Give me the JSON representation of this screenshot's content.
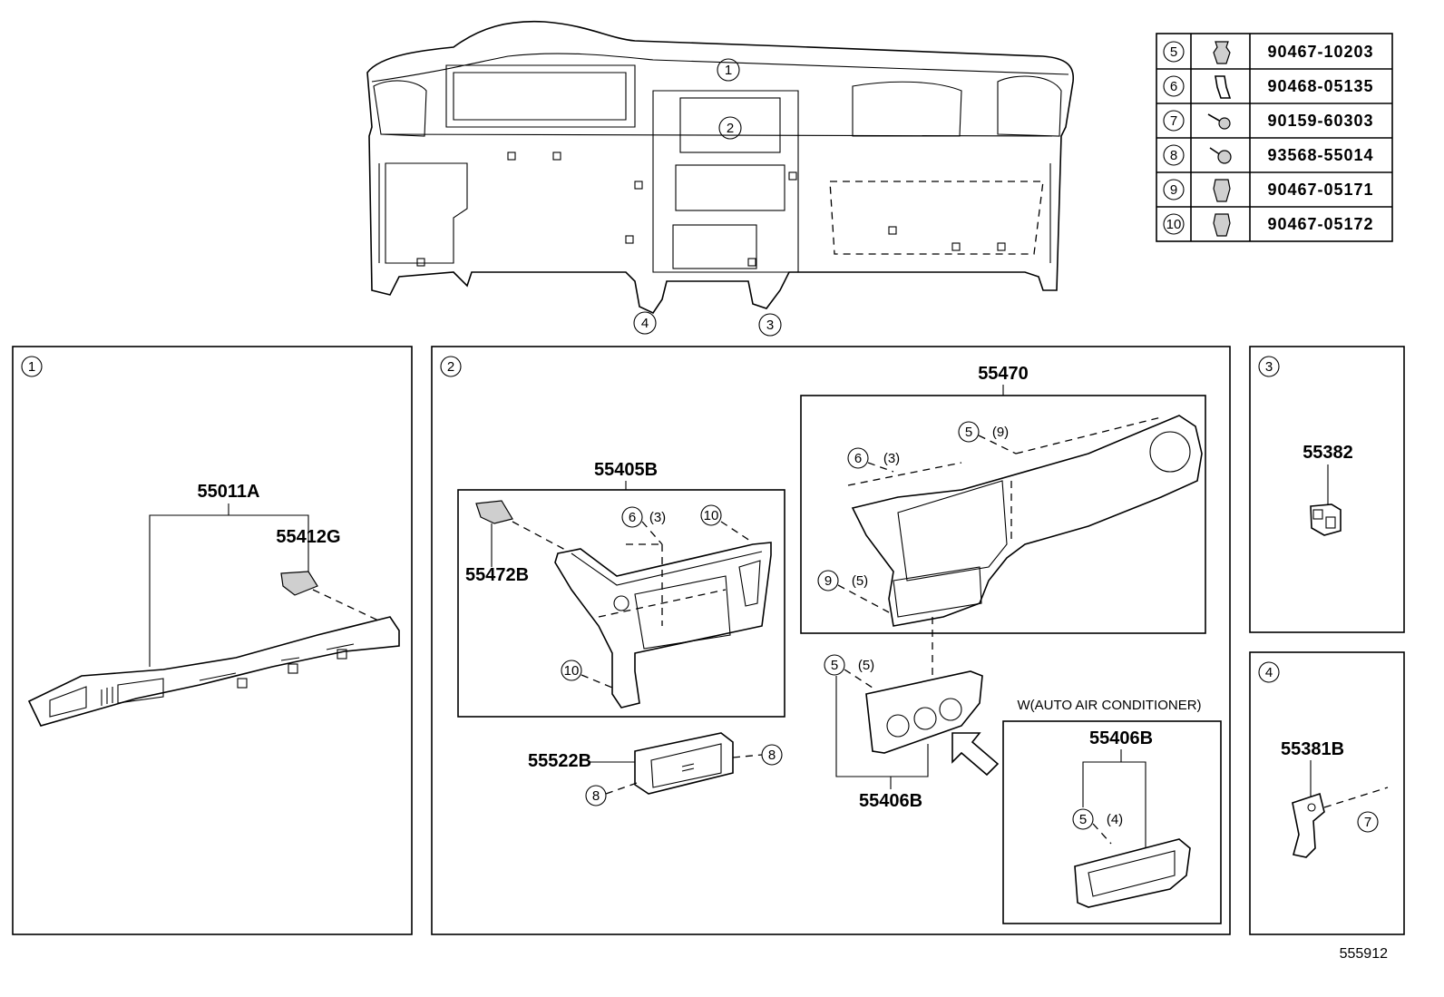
{
  "main_callouts": [
    "1",
    "2",
    "3",
    "4"
  ],
  "fastener_table": [
    {
      "ref": "5",
      "part_number": "90467-10203",
      "icon": "push-clip-icon"
    },
    {
      "ref": "6",
      "part_number": "90468-05135",
      "icon": "clip-icon"
    },
    {
      "ref": "7",
      "part_number": "90159-60303",
      "icon": "screw-icon"
    },
    {
      "ref": "8",
      "part_number": "93568-55014",
      "icon": "bolt-icon"
    },
    {
      "ref": "9",
      "part_number": "90467-05171",
      "icon": "retainer-clip-icon"
    },
    {
      "ref": "10",
      "part_number": "90467-05172",
      "icon": "retainer-clip-icon"
    }
  ],
  "panel1": {
    "id": "1",
    "labels": {
      "p55011A": "55011A",
      "p55412G": "55412G"
    }
  },
  "panel2": {
    "id": "2",
    "labels": {
      "p55405B": "55405B",
      "p55472B": "55472B",
      "p55470": "55470",
      "p55522B": "55522B",
      "p55406B": "55406B",
      "p55406B_b": "55406B"
    },
    "callouts": {
      "c6a": "6",
      "q6a": "(3)",
      "c10a": "10",
      "c10b": "10",
      "c6b": "6",
      "q6b": "(3)",
      "c5a": "5",
      "q5a": "(9)",
      "c9": "9",
      "q9": "(5)",
      "c5b": "5",
      "q5b": "(5)",
      "c8a": "8",
      "c8b": "8",
      "c5c": "5",
      "q5c": "(4)"
    },
    "note": "W(AUTO AIR CONDITIONER)"
  },
  "panel3": {
    "id": "3",
    "labels": {
      "p55382": "55382"
    }
  },
  "panel4": {
    "id": "4",
    "labels": {
      "p55381B": "55381B"
    },
    "callouts": {
      "c7": "7"
    }
  },
  "diagram_ref": "555912"
}
